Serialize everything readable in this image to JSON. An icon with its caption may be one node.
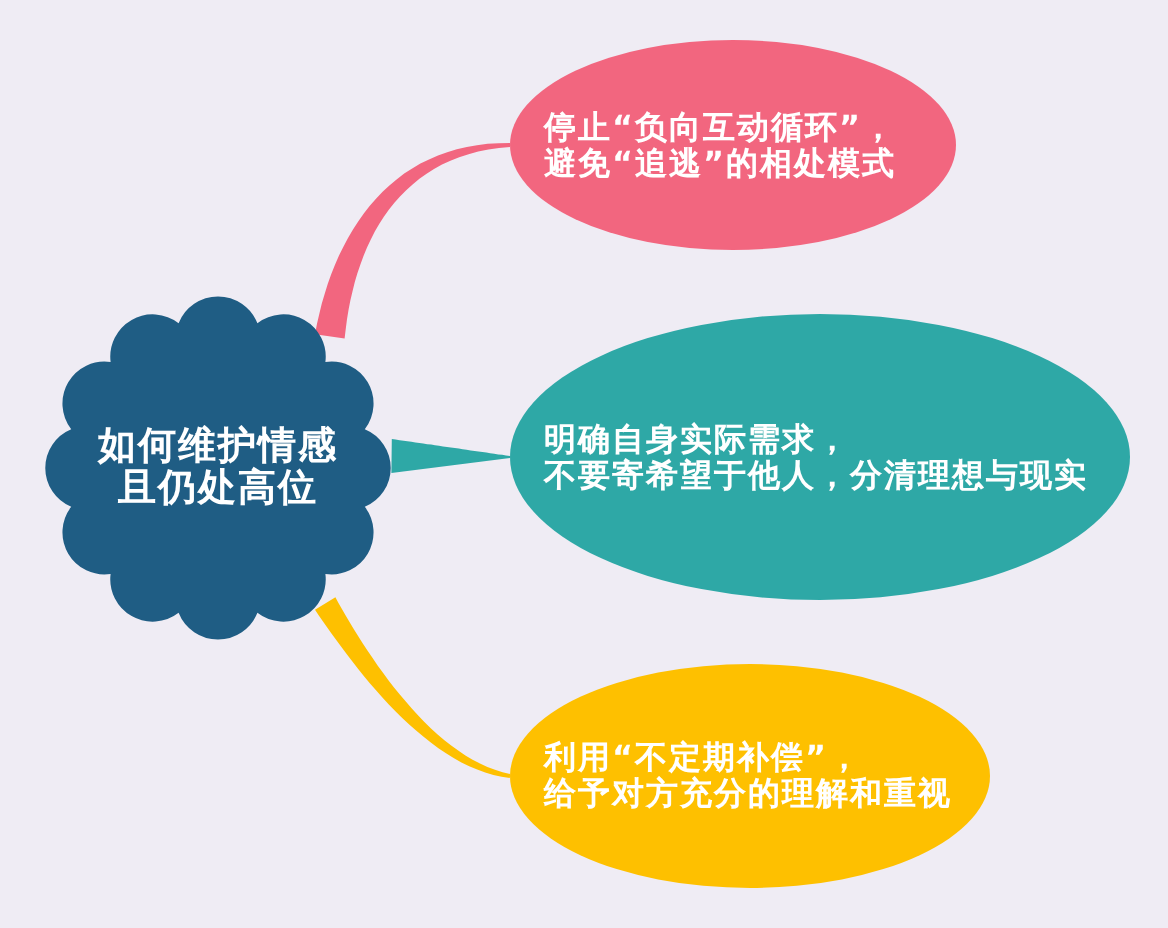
{
  "diagram": {
    "nodes": [
      {
        "text": [
          "如何维护情感且仍处高位"
        ]
      },
      {
        "text": [
          "停止“负向互动循环”，避免“追逃”的相处模式"
        ]
      },
      {
        "text": [
          "明确自身实际需求，不要寄希望于他人，分清理想与现实"
        ]
      },
      {
        "text": [
          "利用“不定期补偿”，给予对方充分的理解和重视"
        ]
      }
    ],
    "edges": [
      {
        "from": 0,
        "to": 1,
        "arrow": "none",
        "color": "#f2667f"
      },
      {
        "from": 0,
        "to": 2,
        "arrow": "none",
        "color": "#2ea8a6"
      },
      {
        "from": 0,
        "to": 3,
        "arrow": "none",
        "color": "#fec000"
      }
    ]
  }
}
